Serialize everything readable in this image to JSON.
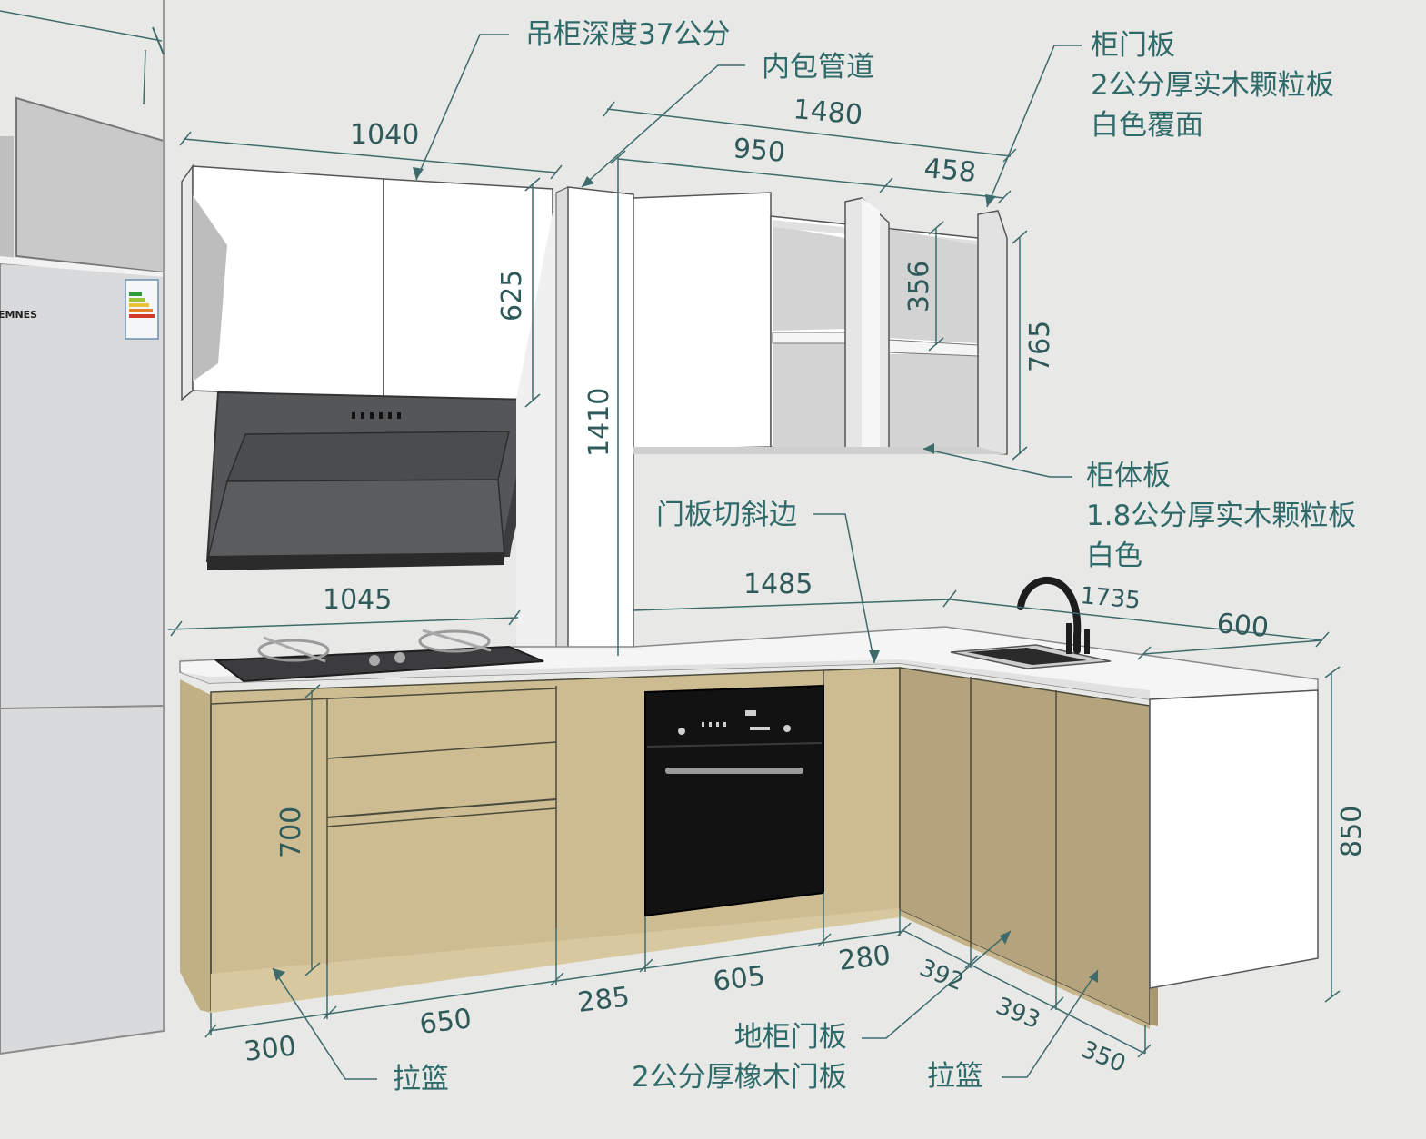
{
  "annotations": {
    "wall_cabinet_depth": "吊柜深度37公分",
    "inner_pipe": "内包管道",
    "door_panel": [
      "柜门板",
      "2公分厚实木颗粒板",
      "白色覆面"
    ],
    "carcass_panel": [
      "柜体板",
      "1.8公分厚实木颗粒板",
      "白色"
    ],
    "bevel_edge": "门板切斜边",
    "base_door_panel": [
      "地柜门板",
      "2公分厚橡木门板"
    ],
    "pull_basket_left": "拉篮",
    "pull_basket_right": "拉篮"
  },
  "fridge_brand": "EMNES",
  "dimensions": {
    "wall_left_width": "1040",
    "wall_left_height": "625",
    "pillar_height": "1410",
    "wall_right_total": "1480",
    "wall_right_a": "950",
    "wall_right_b": "458",
    "wall_right_height": "765",
    "wall_right_shelf": "356",
    "counter_left": "1045",
    "counter_mid": "1485",
    "counter_right_total": "1735",
    "counter_depth": "600",
    "base_height": "700",
    "total_height": "850",
    "base_300": "300",
    "base_650": "650",
    "base_285": "285",
    "base_605": "605",
    "base_280": "280",
    "base_392": "392",
    "base_393": "393",
    "base_350": "350"
  },
  "colors": {
    "label": "#2f6a6a",
    "dimension": "#2f5a5a",
    "oak": "#cdbb92",
    "white_panel": "#ffffff",
    "background": "#e8e8e6"
  }
}
